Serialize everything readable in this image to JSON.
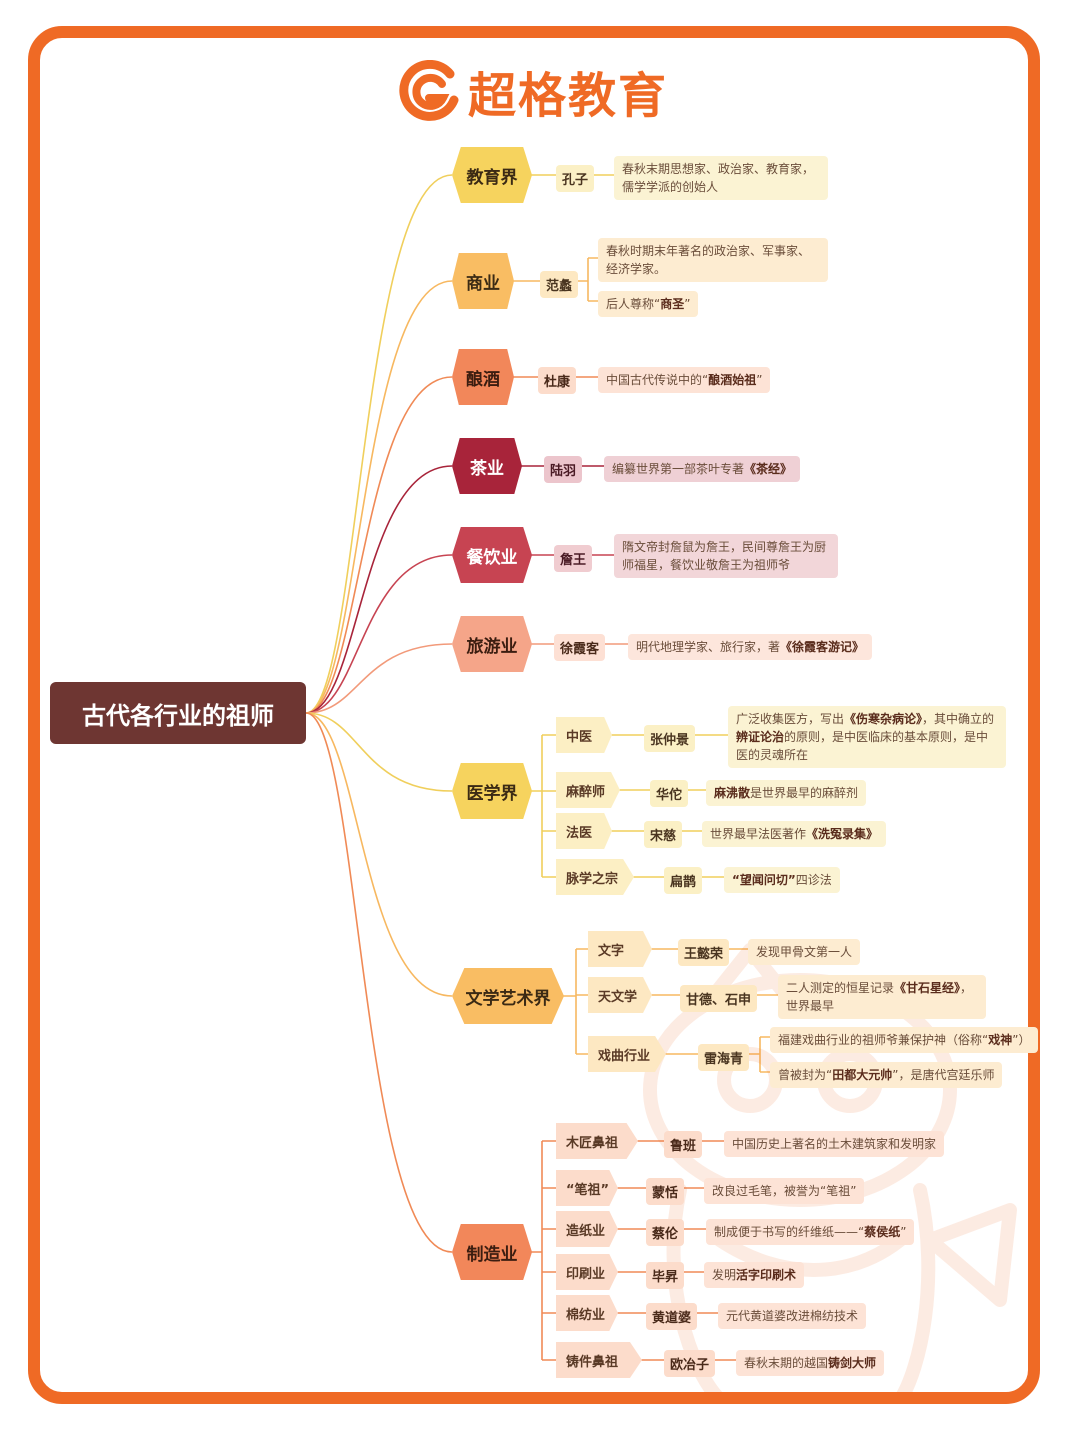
{
  "logo": {
    "brand": "超格教育",
    "color": "#ef6a25"
  },
  "root": {
    "label": "古代各行业的祖师"
  },
  "colors": {
    "frame": "#ef6a25",
    "root": "#6e3632"
  },
  "branches": {
    "edu": {
      "label": "教育界",
      "person": "孔子",
      "desc": "春秋末期思想家、政治家、教育家，儒学学派的创始人"
    },
    "biz": {
      "label": "商业",
      "person": "范蠡",
      "desc1": "春秋时期末年著名的政治家、军事家、经济学家。",
      "desc2a": "后人尊称“",
      "desc2b": "商圣",
      "desc2c": "”"
    },
    "wine": {
      "label": "酿酒",
      "person": "杜康",
      "desc_a": "中国古代传说中的“",
      "desc_b": "酿酒始祖",
      "desc_c": "”"
    },
    "tea": {
      "label": "茶业",
      "person": "陆羽",
      "desc_a": "编纂世界第一部茶叶专著",
      "desc_b": "《茶经》"
    },
    "food": {
      "label": "餐饮业",
      "person": "詹王",
      "desc": "隋文帝封詹鼠为詹王，民间尊詹王为厨师福星，餐饮业敬詹王为祖师爷"
    },
    "travel": {
      "label": "旅游业",
      "person": "徐霞客",
      "desc_a": "明代地理学家、旅行家，著",
      "desc_b": "《徐霞客游记》"
    },
    "med": {
      "label": "医学界",
      "items": [
        {
          "field": "中医",
          "person": "张仲景",
          "a": "广泛收集医方，写出",
          "b": "《伤寒杂病论》",
          "c": "，其中确立的",
          "d": "辨证论治",
          "e": "的原则，是中医临床的基本原则，是中医的灵魂所在"
        },
        {
          "field": "麻醉师",
          "person": "华佗",
          "a": "麻沸散",
          "b": "是世界最早的麻醉剂"
        },
        {
          "field": "法医",
          "person": "宋慈",
          "a": "世界最早法医著作",
          "b": "《洗冤录集》"
        },
        {
          "field": "脉学之宗",
          "person": "扁鹊",
          "a": "“望闻问切”",
          "b": "四诊法"
        }
      ]
    },
    "art": {
      "label": "文学艺术界",
      "items": [
        {
          "field": "文字",
          "person": "王懿荣",
          "a": "发现甲骨文第一人"
        },
        {
          "field": "天文学",
          "person": "甘德、石申",
          "a": "二人测定的恒星记录",
          "b": "《甘石星经》",
          "c": "，世界最早"
        },
        {
          "field": "戏曲行业",
          "person": "雷海青",
          "a": "福建戏曲行业的祖师爷兼保护神（俗称“",
          "b": "戏神",
          "c": "”）",
          "d": "曾被封为“",
          "e": "田都大元帅",
          "f": "”，是唐代宫廷乐师"
        }
      ]
    },
    "mfg": {
      "label": "制造业",
      "items": [
        {
          "field": "木匠鼻祖",
          "person": "鲁班",
          "a": "中国历史上著名的土木建筑家和发明家"
        },
        {
          "field": "“笔祖”",
          "person": "蒙恬",
          "a": "改良过毛笔，被誉为“笔祖”"
        },
        {
          "field": "造纸业",
          "person": "蔡伦",
          "a": "制成便于书写的纤维纸——“",
          "b": "蔡侯纸",
          "c": "”"
        },
        {
          "field": "印刷业",
          "person": "毕昇",
          "a": "发明",
          "b": "活字印刷术"
        },
        {
          "field": "棉纺业",
          "person": "黄道婆",
          "a": "元代黄道婆改进棉纺技术"
        },
        {
          "field": "铸件鼻祖",
          "person": "欧冶子",
          "a": "春秋末期的越国",
          "b": "铸剑大师"
        }
      ]
    }
  }
}
